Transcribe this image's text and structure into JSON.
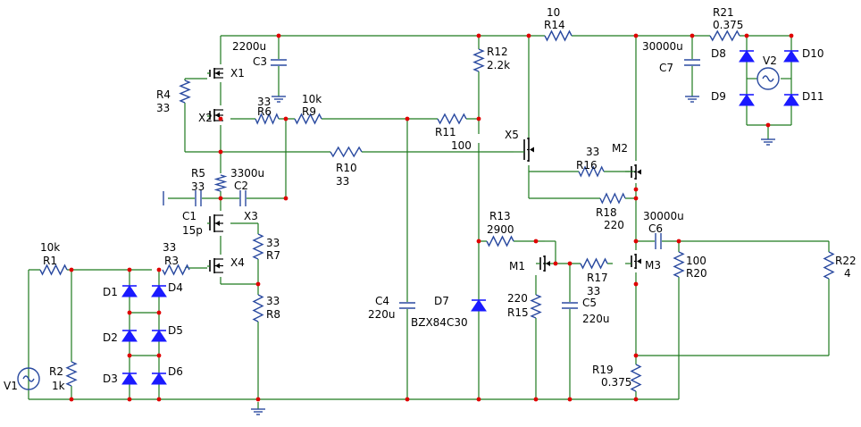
{
  "diagram": {
    "components": [
      {
        "id": "X1",
        "labels": [
          "X1"
        ]
      },
      {
        "id": "X2",
        "labels": [
          "X2"
        ]
      },
      {
        "id": "X3",
        "labels": [
          "X3"
        ]
      },
      {
        "id": "X4",
        "labels": [
          "X4"
        ]
      },
      {
        "id": "X5",
        "labels": [
          "X5"
        ]
      },
      {
        "id": "M1",
        "labels": [
          "M1"
        ]
      },
      {
        "id": "M2",
        "labels": [
          "M2"
        ]
      },
      {
        "id": "M3",
        "labels": [
          "M3"
        ]
      },
      {
        "id": "R1",
        "labels": [
          "10k",
          "R1"
        ]
      },
      {
        "id": "R2",
        "labels": [
          "R2",
          "1k"
        ]
      },
      {
        "id": "R3",
        "labels": [
          "33",
          "R3"
        ]
      },
      {
        "id": "R4",
        "labels": [
          "R4",
          "33"
        ]
      },
      {
        "id": "R5",
        "labels": [
          "R5",
          "33"
        ]
      },
      {
        "id": "R6",
        "labels": [
          "33",
          "R6"
        ]
      },
      {
        "id": "R7",
        "labels": [
          "33",
          "R7"
        ]
      },
      {
        "id": "R8",
        "labels": [
          "33",
          "R8"
        ]
      },
      {
        "id": "R9",
        "labels": [
          "10k",
          "R9"
        ]
      },
      {
        "id": "R10",
        "labels": [
          "R10",
          "33"
        ]
      },
      {
        "id": "R11",
        "labels": [
          "R11",
          "100"
        ]
      },
      {
        "id": "R12",
        "labels": [
          "R12",
          "2.2k"
        ]
      },
      {
        "id": "R13",
        "labels": [
          "R13",
          "2900"
        ]
      },
      {
        "id": "R14",
        "labels": [
          "10",
          "R14"
        ]
      },
      {
        "id": "R15",
        "labels": [
          "220",
          "R15"
        ]
      },
      {
        "id": "R16",
        "labels": [
          "33",
          "R16"
        ]
      },
      {
        "id": "R17",
        "labels": [
          "R17",
          "33"
        ]
      },
      {
        "id": "R18",
        "labels": [
          "R18",
          "220"
        ]
      },
      {
        "id": "R19",
        "labels": [
          "R19",
          "0.375"
        ]
      },
      {
        "id": "R20",
        "labels": [
          "100",
          "R20"
        ]
      },
      {
        "id": "R21",
        "labels": [
          "R21",
          "0.375"
        ]
      },
      {
        "id": "R22",
        "labels": [
          "R22",
          "4"
        ]
      },
      {
        "id": "C1",
        "labels": [
          "C1",
          "15p"
        ]
      },
      {
        "id": "C2",
        "labels": [
          "3300u",
          "C2"
        ]
      },
      {
        "id": "C3",
        "labels": [
          "2200u",
          "C3"
        ]
      },
      {
        "id": "C4",
        "labels": [
          "C4",
          "220u"
        ]
      },
      {
        "id": "C5",
        "labels": [
          "C5",
          "220u"
        ]
      },
      {
        "id": "C6",
        "labels": [
          "30000u",
          "C6"
        ]
      },
      {
        "id": "C7",
        "labels": [
          "30000u",
          "C7"
        ]
      },
      {
        "id": "D1",
        "labels": [
          "D1"
        ]
      },
      {
        "id": "D2",
        "labels": [
          "D2"
        ]
      },
      {
        "id": "D3",
        "labels": [
          "D3"
        ]
      },
      {
        "id": "D4",
        "labels": [
          "D4"
        ]
      },
      {
        "id": "D5",
        "labels": [
          "D5"
        ]
      },
      {
        "id": "D6",
        "labels": [
          "D6"
        ]
      },
      {
        "id": "D7",
        "labels": [
          "D7",
          "BZX84C30"
        ]
      },
      {
        "id": "D8",
        "labels": [
          "D8"
        ]
      },
      {
        "id": "D9",
        "labels": [
          "D9"
        ]
      },
      {
        "id": "D10",
        "labels": [
          "D10"
        ]
      },
      {
        "id": "D11",
        "labels": [
          "D11"
        ]
      },
      {
        "id": "V1",
        "labels": [
          "V1"
        ]
      },
      {
        "id": "V2",
        "labels": [
          "V2"
        ]
      }
    ],
    "colors": {
      "wire": "#1e7a1e",
      "component": "#2a4aa0",
      "diode_fill": "#1a1aff",
      "junction": "#e00000",
      "text": "#000000"
    }
  }
}
